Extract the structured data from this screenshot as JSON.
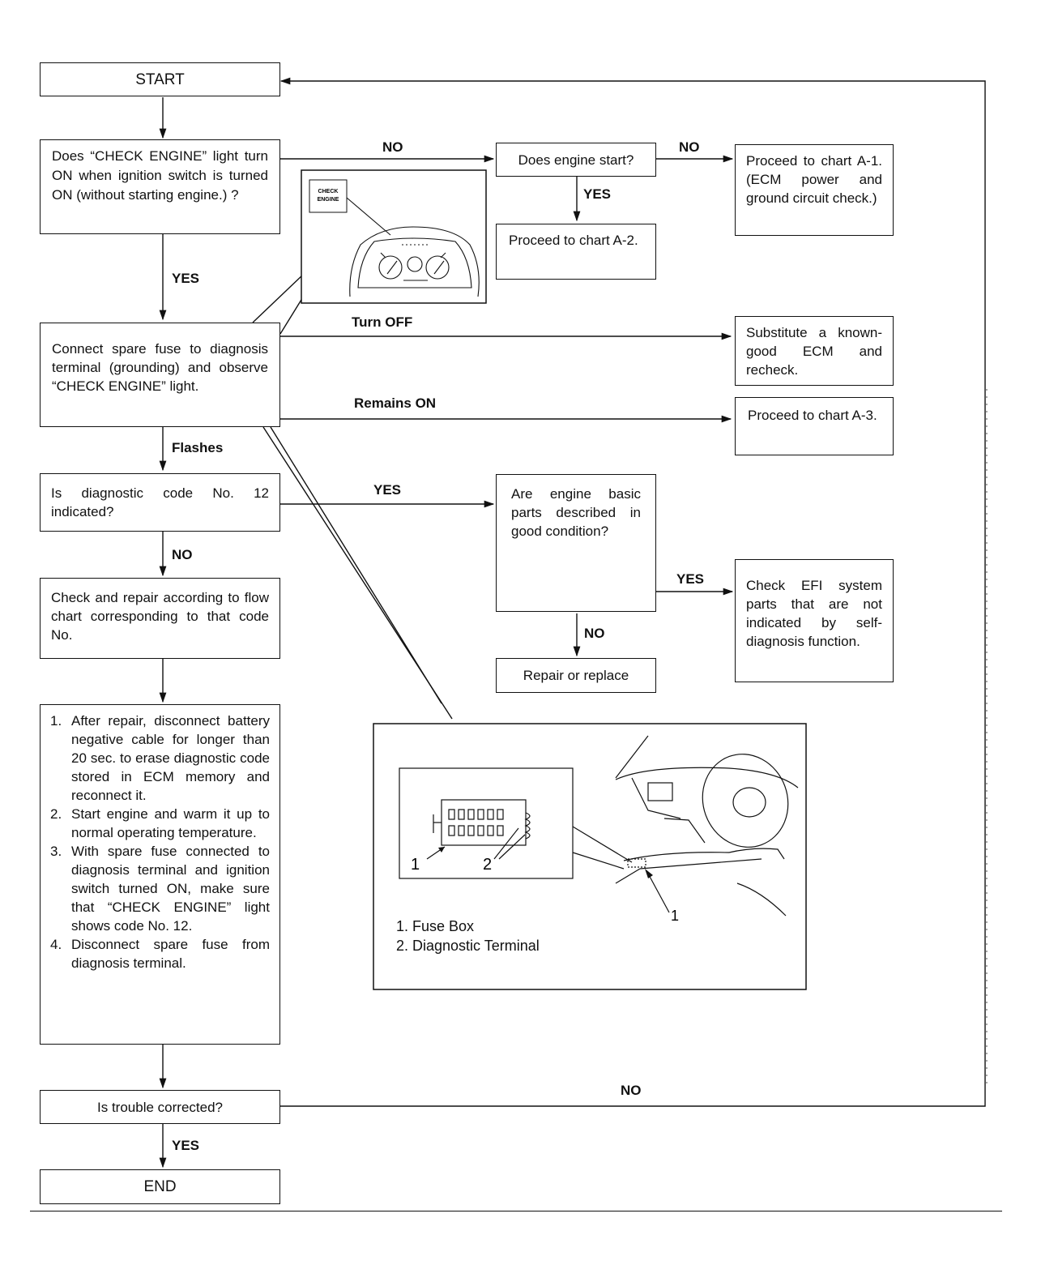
{
  "nodes": {
    "start": "START",
    "q_check_engine": "Does “CHECK ENGINE” light turn ON when ignition switch is turned ON (without starting engine.) ?",
    "q_engine_start": "Does engine start?",
    "chart_a1": "Proceed to chart A-1. (ECM power and ground circuit check.)",
    "chart_a2": "Proceed to chart A-2.",
    "connect_fuse": "Connect spare fuse to diagnosis terminal (grounding) and observe “CHECK ENGINE” light.",
    "substitute_ecm": "Substitute a known-good ECM and recheck.",
    "chart_a3": "Proceed to chart A-3.",
    "q_code12": "Is diagnostic code No. 12 indicated?",
    "q_basic_parts": "Are engine basic parts described in good condition?",
    "check_efi": "Check EFI system parts that are not indicated by self-diagnosis function.",
    "repair_replace": "Repair or replace",
    "check_repair": "Check and repair according to flow chart corresponding to that code No.",
    "steps": [
      {
        "num": "1.",
        "text": "After repair, disconnect battery negative cable for longer than 20 sec. to erase diagnostic code stored in ECM memory and reconnect it."
      },
      {
        "num": "2.",
        "text": "Start engine and warm it up to normal operating temperature."
      },
      {
        "num": "3.",
        "text": "With spare fuse connected to diagnosis terminal and ignition switch turned ON, make sure that “CHECK ENGINE” light shows code No. 12."
      },
      {
        "num": "4.",
        "text": "Disconnect spare fuse from diagnosis terminal."
      }
    ],
    "q_corrected": "Is trouble corrected?",
    "end": "END"
  },
  "edge_labels": {
    "no_1": "NO",
    "no_2": "NO",
    "yes_1": "YES",
    "yes_2": "YES",
    "turn_off": "Turn OFF",
    "remains_on": "Remains ON",
    "flashes": "Flashes",
    "yes_3": "YES",
    "no_3": "NO",
    "yes_4": "YES",
    "no_4": "NO",
    "no_5": "NO",
    "yes_5": "YES"
  },
  "illustration_dash": {
    "label_line1": "CHECK",
    "label_line2": "ENGINE"
  },
  "illustration_fuse": {
    "legend": [
      "1. Fuse Box",
      "2. Diagnostic Terminal"
    ],
    "callout_1": "1",
    "callout_2": "2",
    "callout_car": "1"
  }
}
